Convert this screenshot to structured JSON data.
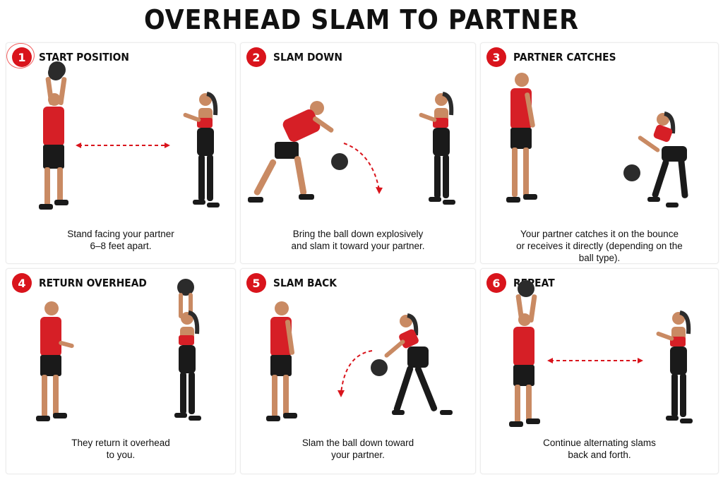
{
  "title": "OVERHEAD SLAM TO PARTNER",
  "colors": {
    "accent": "#d9141c",
    "shirt": "#d61f26",
    "dark": "#1a1a1a",
    "skin": "#c98a63",
    "ball": "#2b2b2b"
  },
  "steps": [
    {
      "number": "1",
      "title": "START POSITION",
      "caption": "Stand facing your partner\n6–8 feet apart."
    },
    {
      "number": "2",
      "title": "SLAM DOWN",
      "caption": "Bring the ball down explosively\nand slam it toward your partner."
    },
    {
      "number": "3",
      "title": "PARTNER CATCHES",
      "caption": "Your partner catches it on the bounce\nor receives it directly (depending on the\nball type)."
    },
    {
      "number": "4",
      "title": "RETURN OVERHEAD",
      "caption": "They return it overhead\nto you."
    },
    {
      "number": "5",
      "title": "SLAM BACK",
      "caption": "Slam the ball down toward\nyour partner."
    },
    {
      "number": "6",
      "title": "REPEAT",
      "caption": "Continue alternating slams\nback and forth."
    }
  ]
}
